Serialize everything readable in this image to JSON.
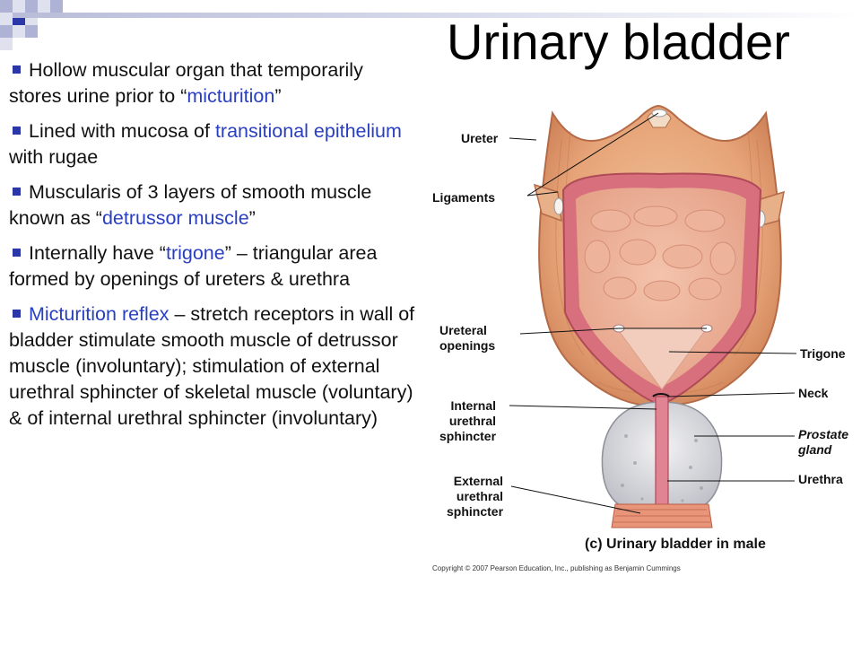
{
  "slide": {
    "title": "Urinary bladder",
    "bullets": [
      {
        "segments": [
          {
            "text": "Hollow muscular organ that temporarily stores urine prior to “"
          },
          {
            "text": "micturition",
            "hl": true
          },
          {
            "text": "”"
          }
        ]
      },
      {
        "segments": [
          {
            "text": "Lined with mucosa of "
          },
          {
            "text": "transitional epithelium",
            "hl": true
          },
          {
            "text": " with rugae"
          }
        ]
      },
      {
        "segments": [
          {
            "text": "Muscularis of 3 layers of smooth muscle known as “"
          },
          {
            "text": "detrussor muscle",
            "hl": true
          },
          {
            "text": "”"
          }
        ]
      },
      {
        "segments": [
          {
            "text": "Internally have “"
          },
          {
            "text": "trigone",
            "hl": true
          },
          {
            "text": "” – triangular area formed by openings of ureters & urethra"
          }
        ]
      },
      {
        "segments": [
          {
            "text": "Micturition reflex",
            "hl": true
          },
          {
            "text": " – stretch receptors in wall of bladder stimulate smooth muscle of detrussor muscle (involuntary); stimulation of external urethral sphincter of skeletal muscle (voluntary) & of internal urethral sphincter (involuntary)"
          }
        ]
      }
    ]
  },
  "figure": {
    "labels": {
      "ureter": "Ureter",
      "ligaments": "Ligaments",
      "ureteral_openings": "Ureteral\nopenings",
      "trigone": "Trigone",
      "internal_sphincter": "Internal\nurethral\nsphincter",
      "neck": "Neck",
      "prostate": "Prostate\ngland",
      "external_sphincter": "External\nurethral\nsphincter",
      "urethra": "Urethra"
    },
    "caption": "(c) Urinary bladder in male",
    "copyright": "Copyright © 2007 Pearson Education, Inc., publishing as Benjamin Cummings"
  },
  "colors": {
    "accent_blue": "#2a3fbf",
    "bullet_square": "#2b36a8"
  }
}
